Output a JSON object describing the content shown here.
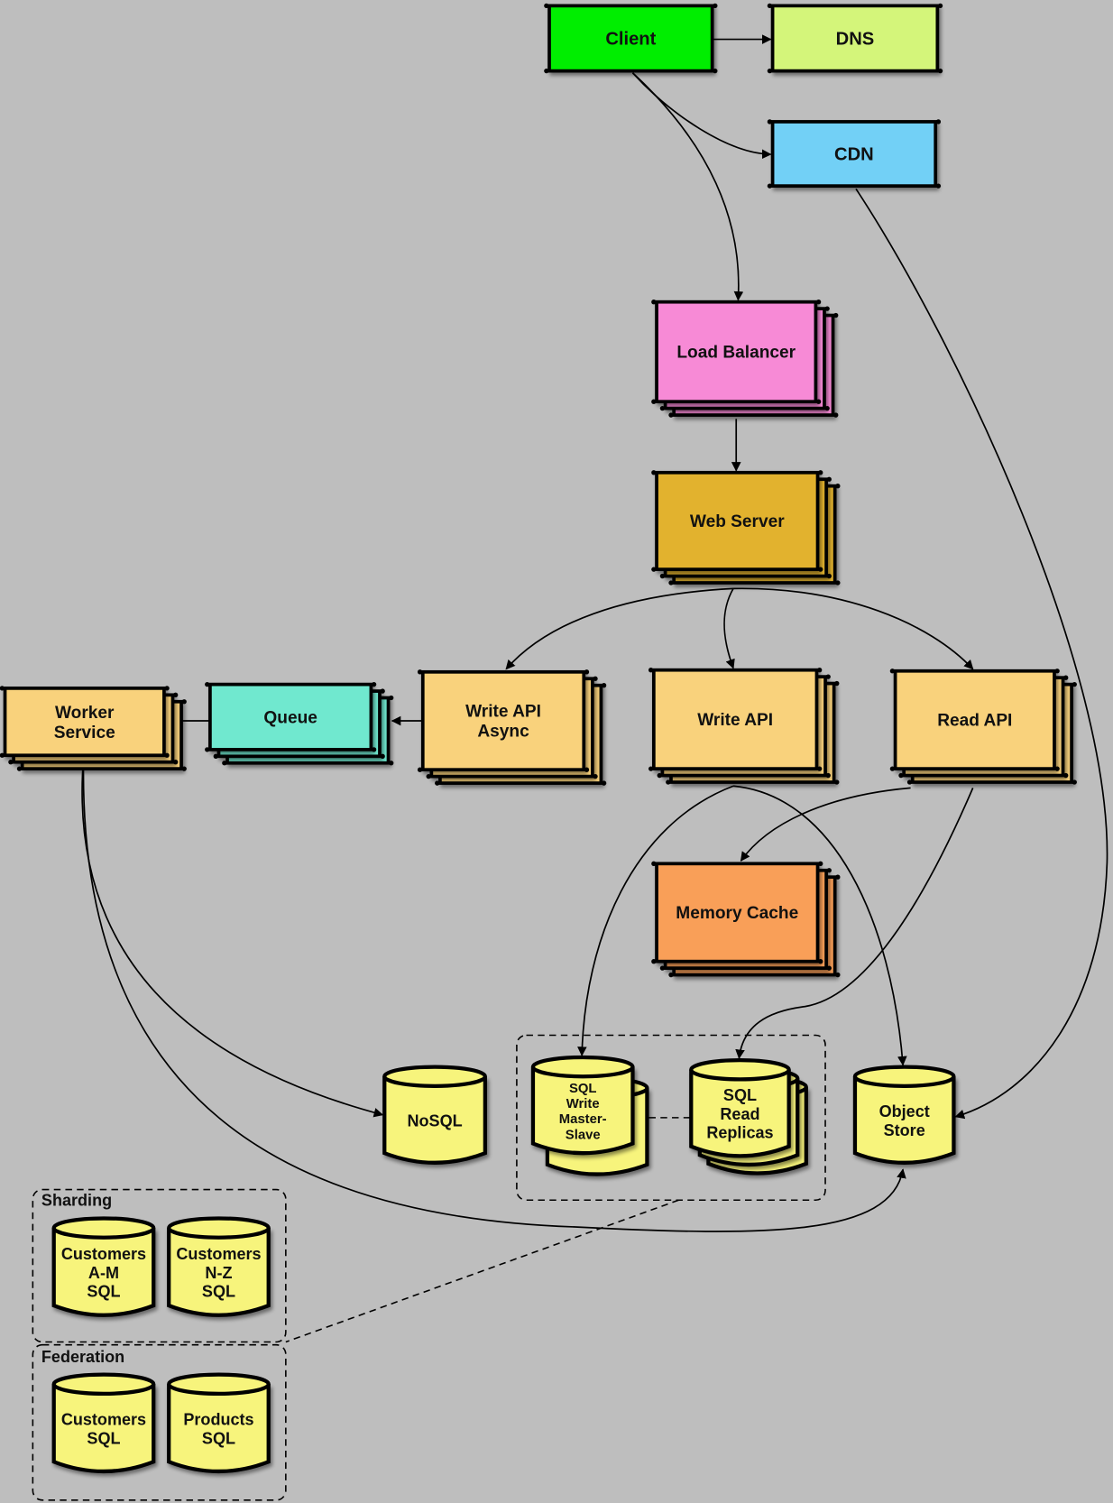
{
  "title": "System design diagram",
  "colors": {
    "background": "#bebebe",
    "client": "#00ee00",
    "dns": "#d4f57a",
    "cdn": "#72d0f6",
    "load_balancer": "#f78ad6",
    "web_server": "#e2b22e",
    "api": "#f9d27b",
    "queue": "#6fe8cf",
    "memory_cache": "#f99f58",
    "database": "#f7f47c"
  },
  "nodes": {
    "client": {
      "lines": [
        "Client"
      ]
    },
    "dns": {
      "lines": [
        "DNS"
      ]
    },
    "cdn": {
      "lines": [
        "CDN"
      ]
    },
    "load_balancer": {
      "lines": [
        "Load Balancer"
      ]
    },
    "web_server": {
      "lines": [
        "Web Server"
      ]
    },
    "write_api_async": {
      "lines": [
        "Write API",
        "Async"
      ]
    },
    "write_api": {
      "lines": [
        "Write API"
      ]
    },
    "read_api": {
      "lines": [
        "Read API"
      ]
    },
    "queue": {
      "lines": [
        "Queue"
      ]
    },
    "worker_service": {
      "lines": [
        "Worker",
        "Service"
      ]
    },
    "memory_cache": {
      "lines": [
        "Memory Cache"
      ]
    },
    "nosql": {
      "lines": [
        "NoSQL"
      ]
    },
    "sql_write": {
      "lines": [
        "SQL",
        "Write",
        "Master-",
        "Slave"
      ]
    },
    "sql_read": {
      "lines": [
        "SQL",
        "Read",
        "Replicas"
      ]
    },
    "object_store": {
      "lines": [
        "Object",
        "Store"
      ]
    },
    "customers_am": {
      "lines": [
        "Customers",
        "A-M",
        "SQL"
      ]
    },
    "customers_nz": {
      "lines": [
        "Customers",
        "N-Z",
        "SQL"
      ]
    },
    "customers_sql": {
      "lines": [
        "Customers",
        "SQL"
      ]
    },
    "products_sql": {
      "lines": [
        "Products",
        "SQL"
      ]
    }
  },
  "groups": {
    "sharding": "Sharding",
    "federation": "Federation"
  }
}
